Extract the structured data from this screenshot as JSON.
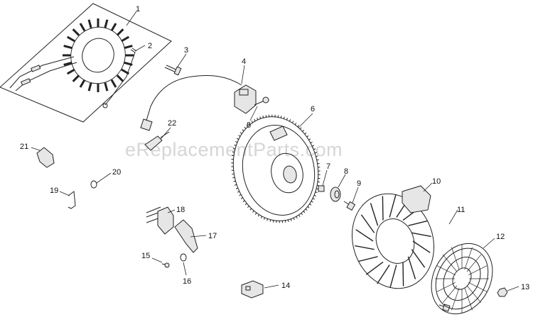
{
  "watermark": "eReplacementParts.com",
  "callouts": [
    {
      "id": "callout-1",
      "label": "1"
    },
    {
      "id": "callout-2",
      "label": "2"
    },
    {
      "id": "callout-3",
      "label": "3"
    },
    {
      "id": "callout-4",
      "label": "4"
    },
    {
      "id": "callout-5",
      "label": "5"
    },
    {
      "id": "callout-6",
      "label": "6"
    },
    {
      "id": "callout-7",
      "label": "7"
    },
    {
      "id": "callout-8",
      "label": "8"
    },
    {
      "id": "callout-9",
      "label": "9"
    },
    {
      "id": "callout-10",
      "label": "10"
    },
    {
      "id": "callout-11",
      "label": "11"
    },
    {
      "id": "callout-12",
      "label": "12"
    },
    {
      "id": "callout-13",
      "label": "13"
    },
    {
      "id": "callout-14",
      "label": "14"
    },
    {
      "id": "callout-15",
      "label": "15"
    },
    {
      "id": "callout-16",
      "label": "16"
    },
    {
      "id": "callout-17",
      "label": "17"
    },
    {
      "id": "callout-18",
      "label": "18"
    },
    {
      "id": "callout-19",
      "label": "19"
    },
    {
      "id": "callout-20",
      "label": "20"
    },
    {
      "id": "callout-21",
      "label": "21"
    },
    {
      "id": "callout-22",
      "label": "22"
    }
  ]
}
